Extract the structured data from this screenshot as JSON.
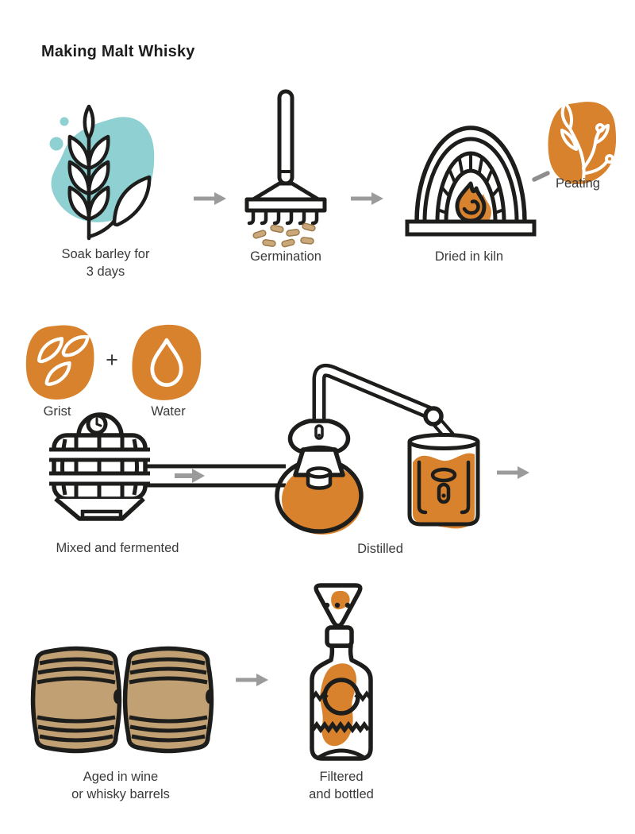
{
  "title": "Making Malt Whisky",
  "colors": {
    "orange": "#D8822D",
    "teal": "#8FD0D2",
    "tan": "#C1A173",
    "outline": "#1D1D1B",
    "arrow_gray": "#9B9B9B",
    "text": "#3A3A3A"
  },
  "operators": {
    "plus": "+"
  },
  "icons": {
    "soak": "barley-sprig-icon",
    "germination": "malt-rake-icon",
    "kiln": "kiln-fire-icon",
    "peating": "peat-branch-icon",
    "grist": "grain-badge-icon",
    "water": "water-drop-badge-icon",
    "ferment": "mash-tun-icon",
    "distill": "pot-still-icon",
    "receiver": "spirit-receiver-icon",
    "age": "oak-barrels-icon",
    "bottle": "whisky-bottle-icon",
    "filter": "funnel-stopper-icon",
    "flow": "flow-arrow-icon"
  },
  "steps": {
    "soak": {
      "label": "Soak barley for\n3 days"
    },
    "germination": {
      "label": "Germination"
    },
    "kiln": {
      "label": "Dried in kiln"
    },
    "peating": {
      "label": "Peating"
    },
    "grist": {
      "label": "Grist"
    },
    "water": {
      "label": "Water"
    },
    "ferment": {
      "label": "Mixed and fermented"
    },
    "distill": {
      "label": "Distilled"
    },
    "age": {
      "label": "Aged in wine\nor whisky barrels"
    },
    "bottle": {
      "label": "Filtered\nand bottled"
    }
  }
}
